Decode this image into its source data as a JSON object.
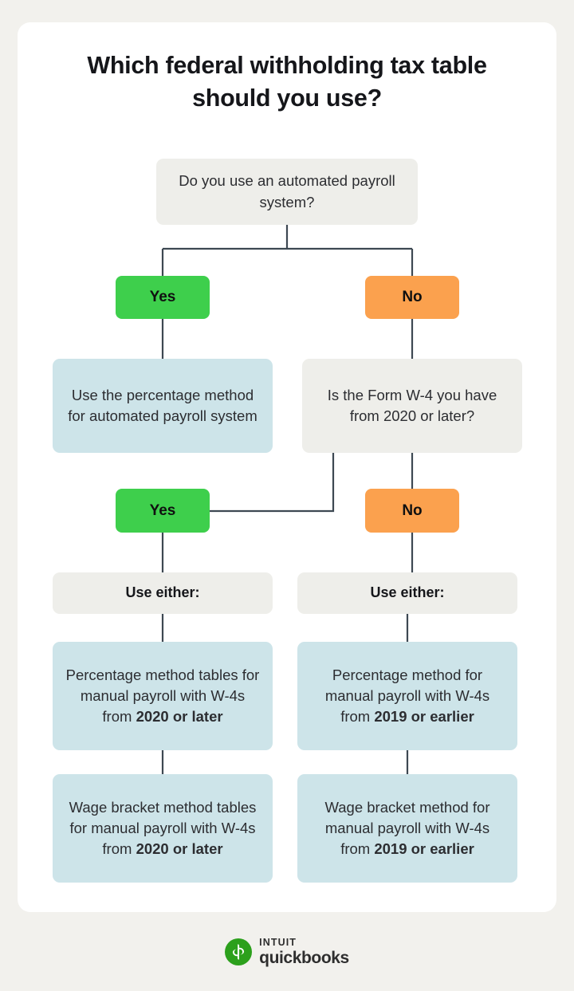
{
  "page": {
    "background_color": "#f2f1ed",
    "card_color": "#ffffff"
  },
  "title": "Which federal withholding tax table should you use?",
  "colors": {
    "yes_green": "#3ecf4c",
    "no_orange": "#fba14e",
    "result_blue": "#cde4e9",
    "question_gray": "#eeeeea",
    "connector": "#3d4852",
    "text_dark": "#2c2d31",
    "logo_green": "#2ca01c"
  },
  "flowchart": {
    "type": "decision-tree",
    "nodes": {
      "q1": {
        "kind": "question",
        "text": "Do you use an automated payroll system?"
      },
      "q1_yes": {
        "kind": "answer",
        "text": "Yes"
      },
      "q1_no": {
        "kind": "answer",
        "text": "No"
      },
      "r1": {
        "kind": "result",
        "text": "Use the percentage method for automated payroll system"
      },
      "q2": {
        "kind": "question",
        "text": "Is the Form W-4 you have from 2020 or later?"
      },
      "q2_yes": {
        "kind": "answer",
        "text": "Yes"
      },
      "q2_no": {
        "kind": "answer",
        "text": "No"
      },
      "left_use_either": {
        "kind": "label",
        "text": "Use either:"
      },
      "right_use_either": {
        "kind": "label",
        "text": "Use either:"
      },
      "left_option_1": {
        "kind": "result",
        "lead": "Percentage method tables for manual payroll with W-4s from ",
        "emphasis": "2020 or later"
      },
      "left_option_2": {
        "kind": "result",
        "lead": "Wage bracket method tables for manual payroll with W-4s from ",
        "emphasis": "2020 or later"
      },
      "right_option_1": {
        "kind": "result",
        "lead": "Percentage method for manual payroll with W-4s from ",
        "emphasis": "2019 or earlier"
      },
      "right_option_2": {
        "kind": "result",
        "lead": "Wage bracket method for manual payroll with W-4s from ",
        "emphasis": "2019 or earlier"
      }
    },
    "edges": [
      {
        "from": "q1",
        "to": "q1_yes"
      },
      {
        "from": "q1",
        "to": "q1_no"
      },
      {
        "from": "q1_yes",
        "to": "r1"
      },
      {
        "from": "q1_no",
        "to": "q2"
      },
      {
        "from": "q2",
        "to": "q2_yes"
      },
      {
        "from": "q2",
        "to": "q2_no"
      },
      {
        "from": "q2_yes",
        "to": "left_use_either"
      },
      {
        "from": "q2_no",
        "to": "right_use_either"
      },
      {
        "from": "left_use_either",
        "to": "left_option_1"
      },
      {
        "from": "left_option_1",
        "to": "left_option_2"
      },
      {
        "from": "right_use_either",
        "to": "right_option_1"
      },
      {
        "from": "right_option_1",
        "to": "right_option_2"
      }
    ]
  },
  "logo": {
    "monogram": "qb",
    "brand_top": "INTUIT",
    "brand_bottom": "quickbooks"
  }
}
